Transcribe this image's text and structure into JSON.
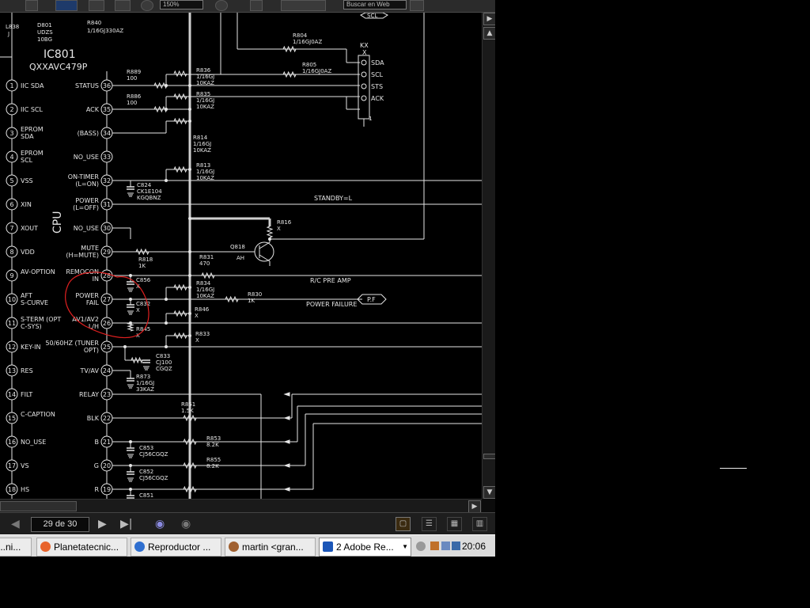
{
  "toolbar": {
    "zoom_value": "150%",
    "search_value": "Buscar en Web"
  },
  "schematic": {
    "ic_name": "IC801",
    "ic_part": "QXXAVC479P",
    "cpu_label": "CPU",
    "top_parts": [
      {
        "text": "L838"
      },
      {
        "text": "J"
      },
      {
        "text": "D801"
      },
      {
        "text": "UDZS"
      },
      {
        "text": "10BG"
      },
      {
        "text": "R840"
      },
      {
        "text": "1/16GJ330AZ"
      }
    ],
    "left_pins": [
      {
        "num": "1",
        "label": "IIC SDA"
      },
      {
        "num": "2",
        "label": "IIC SCL"
      },
      {
        "num": "3",
        "label": "EPROM SDA"
      },
      {
        "num": "4",
        "label": "EPROM SCL"
      },
      {
        "num": "5",
        "label": "VSS"
      },
      {
        "num": "6",
        "label": "XIN"
      },
      {
        "num": "7",
        "label": "XOUT"
      },
      {
        "num": "8",
        "label": "VDD"
      },
      {
        "num": "9",
        "label": "AV-OPTION"
      },
      {
        "num": "10",
        "label": "AFT S-CURVE"
      },
      {
        "num": "11",
        "label": "S-TERM (OPT C-SYS)"
      },
      {
        "num": "12",
        "label": "KEY-IN"
      },
      {
        "num": "13",
        "label": "RES"
      },
      {
        "num": "14",
        "label": "FILT"
      },
      {
        "num": "15",
        "label": "C-CAPTION"
      },
      {
        "num": "16",
        "label": "NO_USE"
      },
      {
        "num": "17",
        "label": "VS"
      },
      {
        "num": "18",
        "label": "HS"
      }
    ],
    "right_pins": [
      {
        "num": "36",
        "label": "STATUS"
      },
      {
        "num": "35",
        "label": "ACK"
      },
      {
        "num": "34",
        "label": "(BASS)"
      },
      {
        "num": "33",
        "label": "NO_USE"
      },
      {
        "num": "32",
        "label": "ON-TIMER (L=ON)"
      },
      {
        "num": "31",
        "label": "POWER (L=OFF)"
      },
      {
        "num": "30",
        "label": "NO_USE"
      },
      {
        "num": "29",
        "label": "MUTE (H=MUTE)"
      },
      {
        "num": "28",
        "label": "REMOCON IN"
      },
      {
        "num": "27",
        "label": "POWER FAIL"
      },
      {
        "num": "26",
        "label": "AV1/AV2 L/H"
      },
      {
        "num": "25",
        "label": "50/60HZ (TUNER OPT)"
      },
      {
        "num": "24",
        "label": "TV/AV"
      },
      {
        "num": "23",
        "label": "RELAY"
      },
      {
        "num": "22",
        "label": "BLK"
      },
      {
        "num": "21",
        "label": "B"
      },
      {
        "num": "20",
        "label": "G"
      },
      {
        "num": "19",
        "label": "R"
      }
    ],
    "components": [
      {
        "text": "R889 100"
      },
      {
        "text": "R836 1/16GJ 10KAZ"
      },
      {
        "text": "R886 100"
      },
      {
        "text": "R835 1/16GJ 10KAZ"
      },
      {
        "text": "R814 1/16GJ 10KAZ"
      },
      {
        "text": "R813 1/16GJ 10KAZ"
      },
      {
        "text": "C824 CK1E104 KGQBNZ"
      },
      {
        "text": "R816 X"
      },
      {
        "text": "Q818"
      },
      {
        "text": "AH"
      },
      {
        "text": "R818 1K"
      },
      {
        "text": "R831 470"
      },
      {
        "text": "C856 X"
      },
      {
        "text": "C832 X"
      },
      {
        "text": "R834 1/16GJ 10KAZ"
      },
      {
        "text": "R830 1K"
      },
      {
        "text": "R846 X"
      },
      {
        "text": "R845 X"
      },
      {
        "text": "R833 X"
      },
      {
        "text": "C833 CJ100 CGQZ"
      },
      {
        "text": "R873 1/16GJ 33KAZ"
      },
      {
        "text": "R851 1.5K"
      },
      {
        "text": "R853 8.2K"
      },
      {
        "text": "R855 8.2K"
      },
      {
        "text": "C853 CJ56CGQZ"
      },
      {
        "text": "C852 CJ56CGQZ"
      },
      {
        "text": "C851"
      },
      {
        "text": "R804 1/16GJ0AZ"
      },
      {
        "text": "R805 1/16GJ0AZ"
      }
    ],
    "connector": {
      "name": "KX",
      "sub": "X",
      "pins": [
        "SDA",
        "SCL",
        "STS",
        "ACK"
      ],
      "pin1": "1"
    },
    "net_labels": {
      "standby": "STANDBY=L",
      "rc_preamp": "R/C PRE AMP",
      "power_failure": "POWER FAILURE",
      "pf_tag": "P.F",
      "scl_tag": "SCL"
    }
  },
  "navigation": {
    "page_value": "29 de 30"
  },
  "taskbar": {
    "tasks": [
      {
        "label": "...ni...",
        "color": "#3b7dd8"
      },
      {
        "label": "Planetatecnic...",
        "color": "#e8642c"
      },
      {
        "label": "Reproductor ...",
        "color": "#2f6fd0"
      },
      {
        "label": "martin <gran...",
        "color": "#a06030"
      },
      {
        "label": "2 Adobe Re...",
        "color": "#1b56b8"
      }
    ],
    "clock": "20:06"
  },
  "colors": {
    "annotation": "#e02020",
    "wire": "#e6e6e6",
    "background": "#000000"
  }
}
